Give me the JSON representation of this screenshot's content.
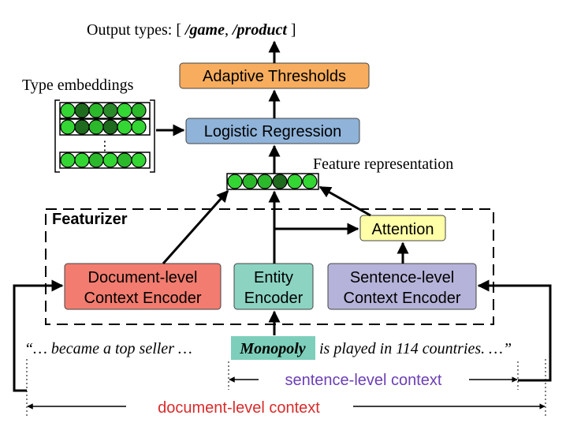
{
  "output": {
    "prefix": "Output types:  [ ",
    "type1": "/game",
    "sep": ", ",
    "type2": "/product",
    "suffix": " ]"
  },
  "labels": {
    "type_embeddings": "Type embeddings",
    "feature_representation": "Feature representation",
    "featurizer": "Featurizer",
    "sentence_context": "sentence-level context",
    "document_context": "document-level context"
  },
  "boxes": {
    "adaptive_thresholds": "Adaptive Thresholds",
    "logistic_regression": "Logistic Regression",
    "attention": "Attention",
    "doc_encoder_line1": "Document-level",
    "doc_encoder_line2": "Context Encoder",
    "entity_encoder_line1": "Entity",
    "entity_encoder_line2": "Encoder",
    "sent_encoder_line1": "Sentence-level",
    "sent_encoder_line2": "Context Encoder"
  },
  "sentence": {
    "before": "“… became a top seller …",
    "mention": "Monopoly",
    "after": "is played in 114 countries. …”"
  },
  "colors": {
    "adaptive_thresholds": "#f7ad5d",
    "logistic_regression": "#8fb3d9",
    "attention": "#ffffa8",
    "doc_encoder": "#f27c6f",
    "entity_encoder": "#8cd3c2",
    "sent_encoder": "#b5b3d9",
    "mention_highlight": "#7dcfbb",
    "sentence_context": "#6b3fb5",
    "document_context": "#d92b2b",
    "circle_light": "#33d633",
    "circle_dark": "#1e6b1e"
  },
  "icons": {
    "vertical_ellipsis": "⋮"
  }
}
